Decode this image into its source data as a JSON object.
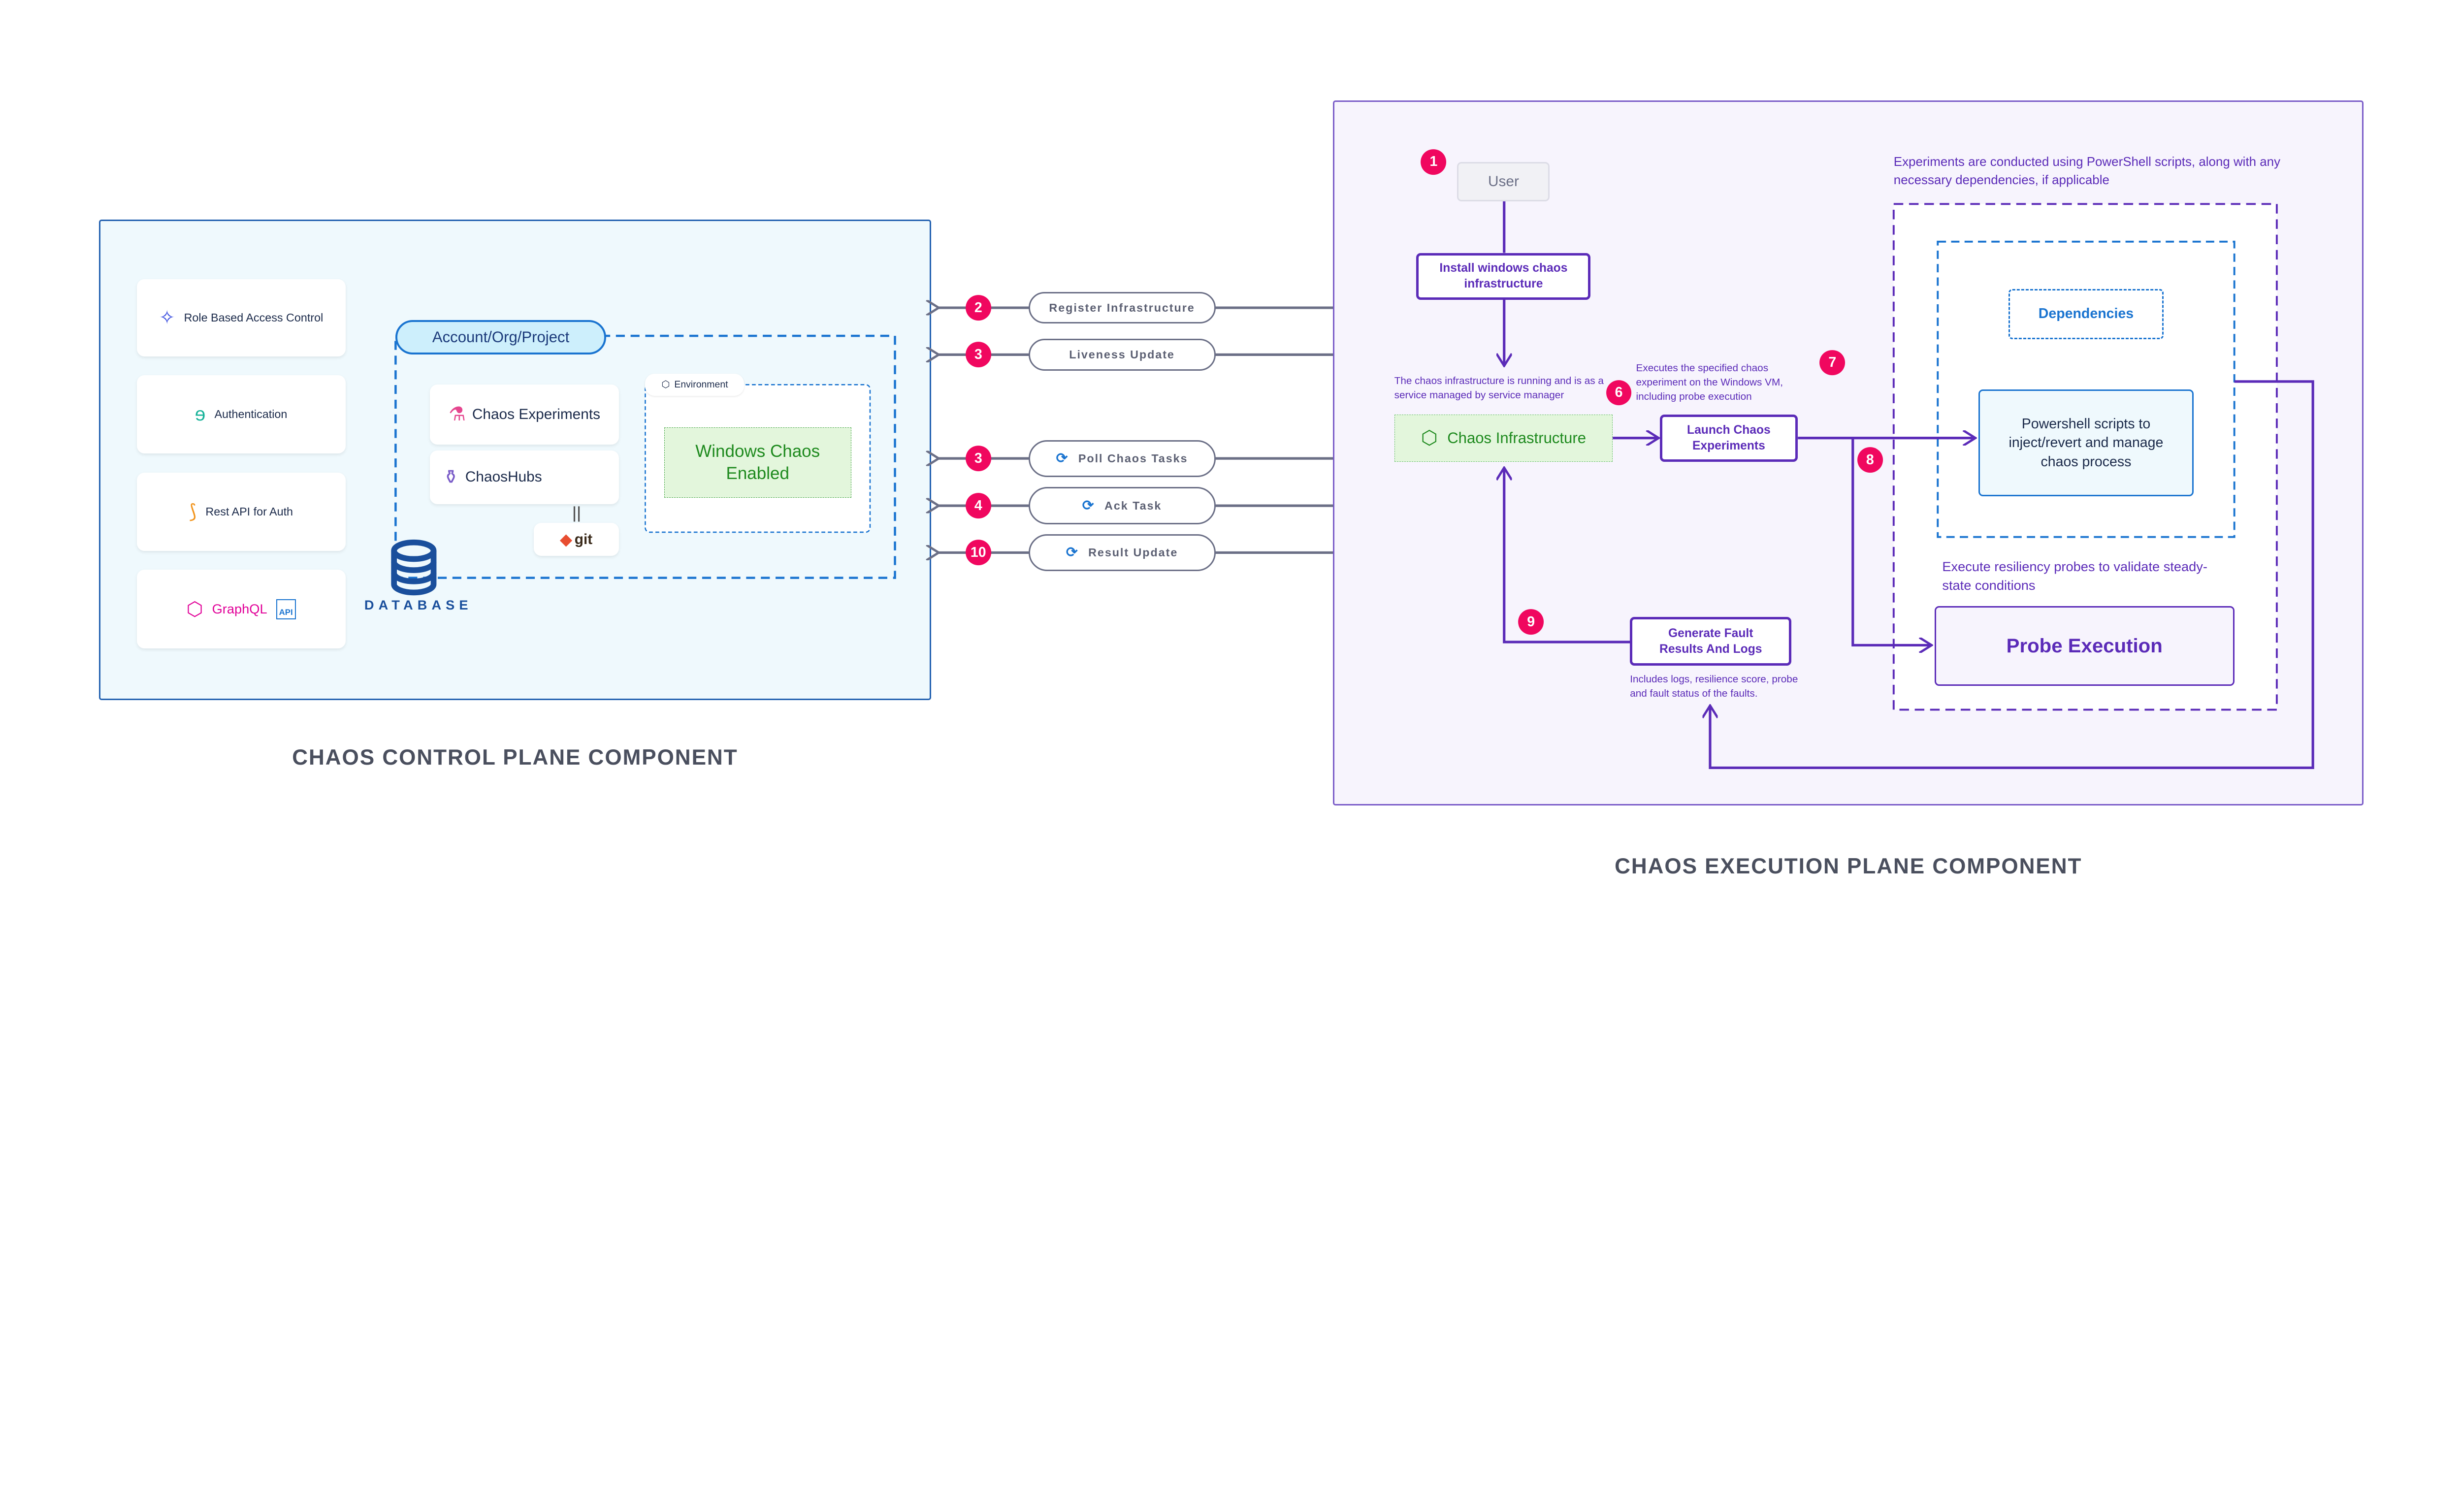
{
  "control_plane": {
    "title": "CHAOS CONTROL PLANE COMPONENT",
    "cards": [
      {
        "label": "Role Based Access Control",
        "icon": "rbac-icon"
      },
      {
        "label": "Authentication",
        "icon": "open-lock-icon"
      },
      {
        "label": "Rest API for Auth",
        "icon": "rest-api-icon"
      },
      {
        "label": "GraphQL",
        "icon": "graphql-icon",
        "extra": "API"
      }
    ],
    "scope_label": "Account/Org/Project",
    "chaos_experiments": "Chaos Experiments",
    "chaoshubs": "ChaosHubs",
    "git": "git",
    "environment": "Environment",
    "windows_chaos": "Windows Chaos Enabled",
    "database": "DATABASE"
  },
  "flows": [
    {
      "step": "2",
      "label": "Register Infrastructure",
      "icon": ""
    },
    {
      "step": "3",
      "label": "Liveness Update",
      "icon": ""
    },
    {
      "step": "3",
      "label": "Poll Chaos Tasks",
      "icon": "sync-icon"
    },
    {
      "step": "4",
      "label": "Ack Task",
      "icon": "sync-icon"
    },
    {
      "step": "10",
      "label": "Result Update",
      "icon": "sync-icon"
    }
  ],
  "execution_plane": {
    "title": "CHAOS EXECUTION PLANE COMPONENT",
    "user": "User",
    "install": "Install windows chaos infrastructure",
    "infra_caption": "The chaos infrastructure is running and is as a service managed by service manager",
    "infra": "Chaos Infrastructure",
    "launch": "Launch Chaos Experiments",
    "launch_caption": "Executes the specified chaos experiment on the Windows VM, including probe execution",
    "experiments_caption": "Experiments are conducted using PowerShell scripts, along with any necessary dependencies, if applicable",
    "dependencies": "Dependencies",
    "powershell": "Powershell scripts to inject/revert and manage chaos process",
    "probe_caption": "Execute resiliency probes to validate steady-state conditions",
    "probe": "Probe Execution",
    "generate": "Generate Fault Results And Logs",
    "generate_caption": "Includes logs, resilience score, probe and fault status of the faults.",
    "steps": {
      "user": "1",
      "infra": "6",
      "launch": "7",
      "probe": "8",
      "results": "9"
    }
  },
  "colors": {
    "step_badge": "#f0075f",
    "execution_accent": "#5b2bb8",
    "control_border": "#2160b0",
    "green": "#1e8a1e"
  }
}
